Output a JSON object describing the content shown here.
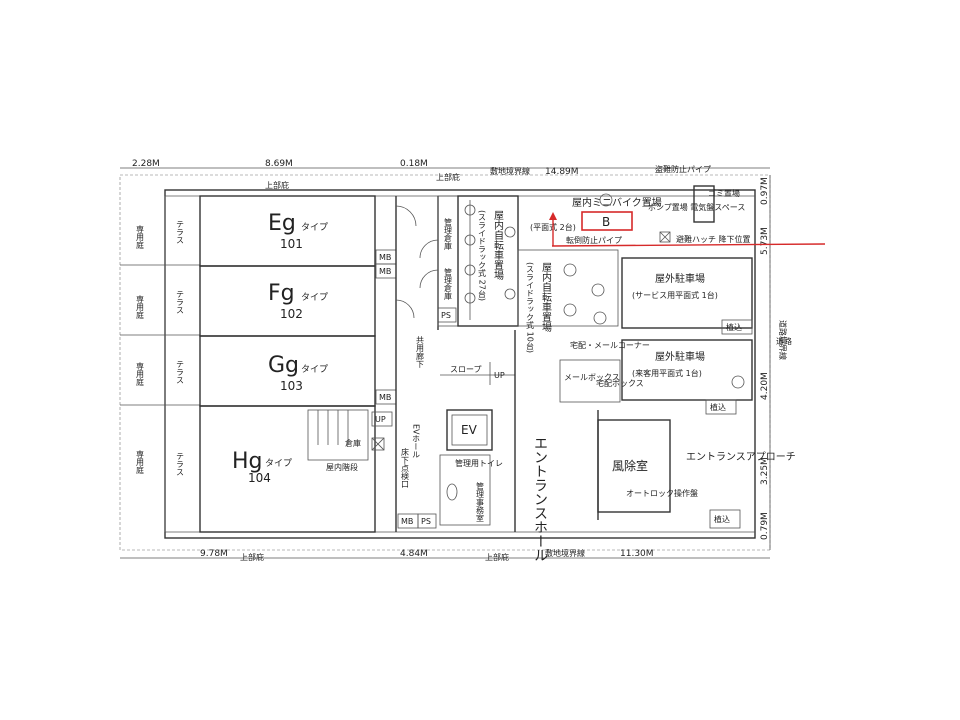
{
  "dimensions": {
    "top_left": "2.28M",
    "top_mid": "8.69M",
    "top_small": "0.18M",
    "top_boundary_label": "敷地境界線",
    "top_right": "14.89M",
    "bottom_left": "9.78M",
    "bottom_mid": "4.84M",
    "bottom_boundary_label": "敷地境界線",
    "bottom_right": "11.30M",
    "right_1": "0.97M",
    "right_2": "5.73M",
    "right_3": "4.20M",
    "right_4": "3.25M",
    "right_5": "0.79M"
  },
  "edge_labels": {
    "eave_top": "上部庇",
    "eave_top2": "上部庇",
    "eave_bottom_left": "上部庇",
    "eave_bottom_mid": "上部庇",
    "anti_theft_pipe": "盗難防止パイプ",
    "garbage": "ゴミ置場",
    "road_boundary": "道路境界線",
    "road_mark": "道路"
  },
  "units": [
    {
      "name": "Eg",
      "type_label": "タイプ",
      "number": "101",
      "garden": "専用庭",
      "terrace": "テラス"
    },
    {
      "name": "Fg",
      "type_label": "タイプ",
      "number": "102",
      "garden": "専用庭",
      "terrace": "テラス"
    },
    {
      "name": "Gg",
      "type_label": "タイプ",
      "number": "103",
      "garden": "専用庭",
      "terrace": "テラス"
    },
    {
      "name": "Hg",
      "type_label": "タイプ",
      "number": "104",
      "garden": "専用庭",
      "terrace": "テラス"
    }
  ],
  "rooms": {
    "mb1": "MB",
    "mb2": "MB",
    "mb3": "MB",
    "mb4": "MB",
    "ps1": "PS",
    "ps2": "PS",
    "storage1": "管理倉庫",
    "storage2": "管理倉庫",
    "corridor": "共用廊下",
    "slope": "スロープ",
    "up1": "UP",
    "up2": "UP",
    "ev_hall": "EVホール",
    "ev": "EV",
    "inspection": "床下点検口",
    "warehouse": "倉庫",
    "indoor_stairs": "屋内階段",
    "mgmt_toilet": "管理用トイレ",
    "mgmt_office": "管理事務室",
    "bike_a_title": "屋内自転車置場",
    "bike_a_detail": "(スライドラック式 27台)",
    "bike_b_title": "屋内自転車置場",
    "bike_b_detail": "(スライドラック式 10台)",
    "minibike_title": "屋内ミニバイク置場",
    "minibike_detail": "(平面式 2台)",
    "fall_prevention": "転倒防止パイプ",
    "pump": "ポンプ置場 電気盤スペース",
    "evac_hatch": "避難ハッチ 降下位置",
    "parking_service": "屋外駐車場",
    "parking_service_detail": "(サービス用平面式 1台)",
    "parking_visitor": "屋外駐車場",
    "parking_visitor_detail": "(来客用平面式 1台)",
    "planting1": "植込",
    "planting2": "植込",
    "planting3": "植込",
    "delivery_corner": "宅配・メールコーナー",
    "mail_box": "メールボックス",
    "delivery_box": "宅配ボックス",
    "entrance_hall": "エントランスホール",
    "windbreak": "風除室",
    "entrance_approach": "エントランスアプローチ",
    "autolock": "オートロック操作盤"
  },
  "annotation": {
    "label": "B",
    "color": "#d62a2a"
  }
}
